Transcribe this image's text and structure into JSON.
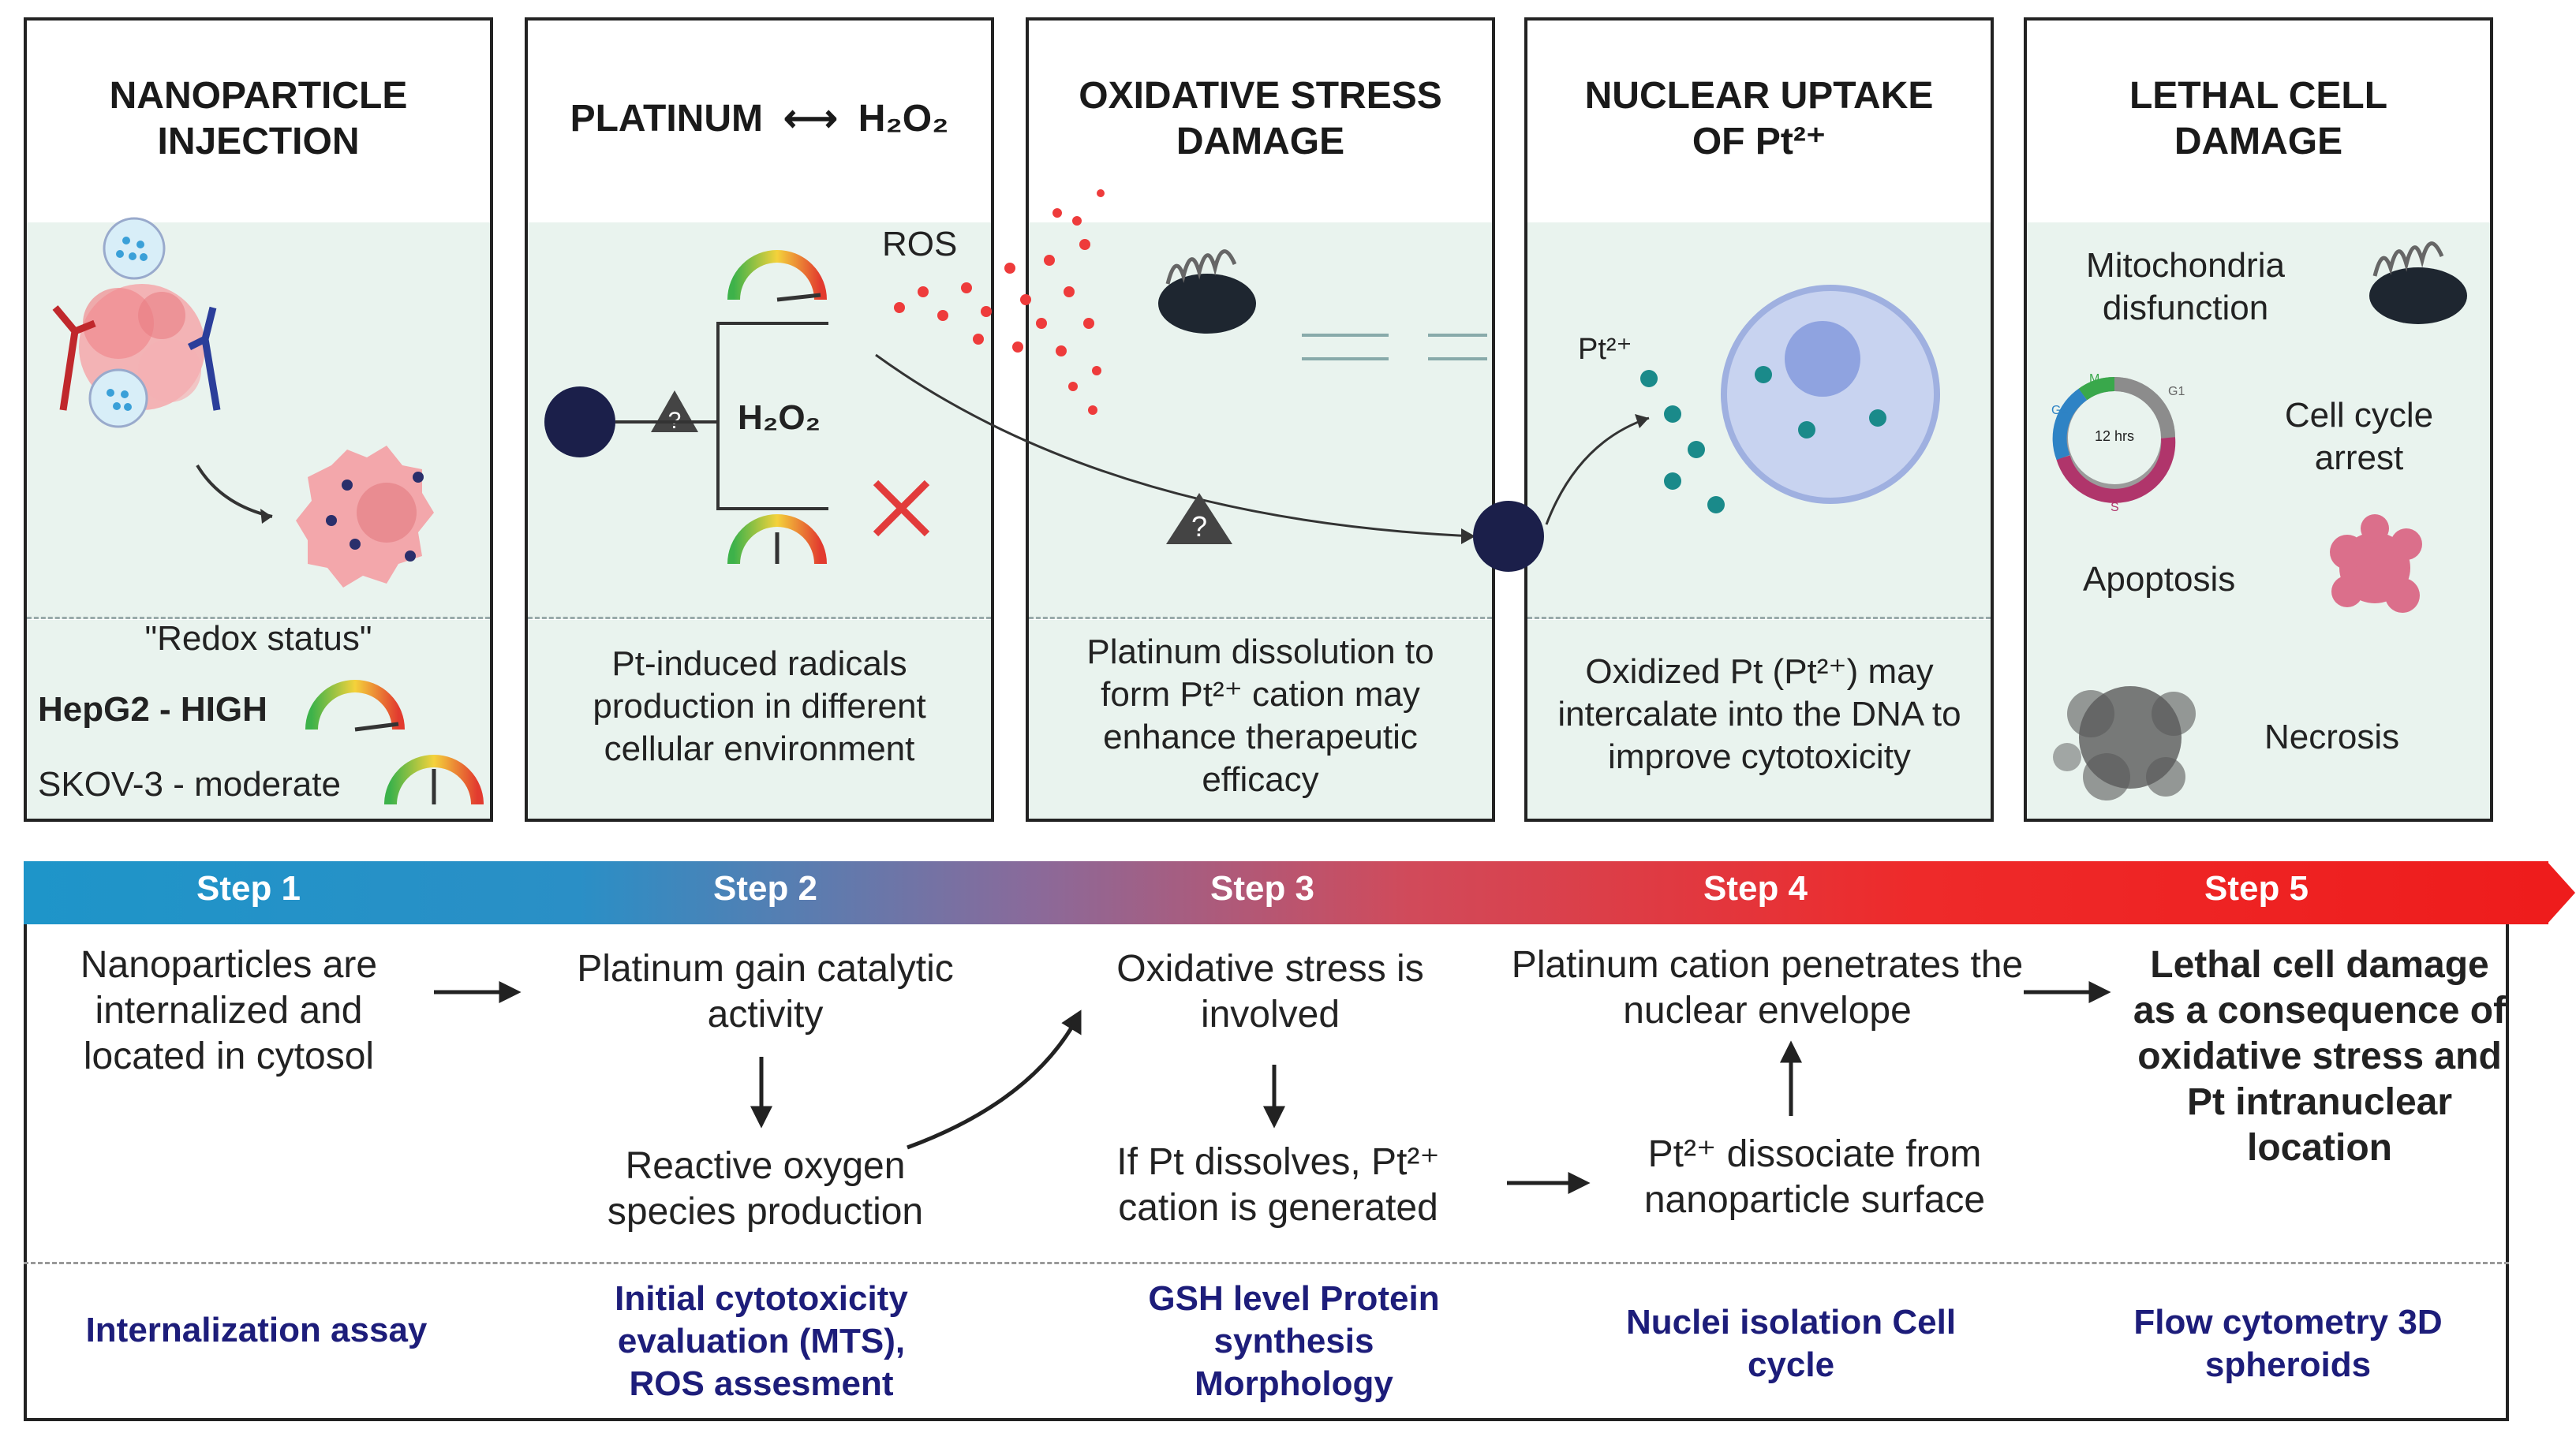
{
  "panels": [
    {
      "title": "NANOPARTICLE INJECTION",
      "redox_label": "\"Redox status\"",
      "hepg2": "HepG2 - HIGH",
      "skov3": "SKOV-3 - moderate"
    },
    {
      "title_left": "PLATINUM",
      "title_arrow": "⟷",
      "title_right": "H₂O₂",
      "h2o2": "H₂O₂",
      "desc": "Pt-induced radicals production in different cellular environment"
    },
    {
      "title": "OXIDATIVE STRESS DAMAGE",
      "ros": "ROS",
      "desc": "Platinum dissolution to form Pt²⁺ cation may enhance therapeutic efficacy"
    },
    {
      "title": "NUCLEAR UPTAKE OF Pt²⁺",
      "pt_label": "Pt²⁺",
      "desc": "Oxidized Pt (Pt²⁺) may intercalate into the DNA to improve cytotoxicity"
    },
    {
      "title": "LETHAL CELL DAMAGE",
      "mito": "Mitochondria disfunction",
      "cellcycle": "Cell cycle arrest",
      "apoptosis": "Apoptosis",
      "necrosis": "Necrosis",
      "cycle_center": "12 hrs",
      "cycle_g1": "G1",
      "cycle_g2": "G2",
      "cycle_m": "M",
      "cycle_s": "S"
    }
  ],
  "steps": [
    "Step 1",
    "Step 2",
    "Step 3",
    "Step 4",
    "Step 5"
  ],
  "flow": {
    "s1": "Nanoparticles are internalized and located in cytosol",
    "s2a": "Platinum gain catalytic activity",
    "s2b": "Reactive oxygen species production",
    "s3a": "Oxidative stress is involved",
    "s3b": "If Pt dissolves, Pt²⁺ cation is generated",
    "s4a": "Platinum cation penetrates the nuclear envelope",
    "s4b": "Pt²⁺ dissociate from nanoparticle surface",
    "s5": "Lethal cell damage as a consequence of oxidative stress and Pt intranuclear location"
  },
  "assays": {
    "a1": "Internalization assay",
    "a2": "Initial cytotoxicity evaluation (MTS), ROS assesment",
    "a3": "GSH level Protein synthesis Morphology",
    "a4": "Nuclei isolation Cell cycle",
    "a5": "Flow cytometry 3D spheroids"
  },
  "colors": {
    "panel_bg": "#e9f3ee",
    "assay": "#1d1d7a",
    "np": "#1b1f4a",
    "ros": "#ee3b3b",
    "pt": "#1a8a8a"
  }
}
